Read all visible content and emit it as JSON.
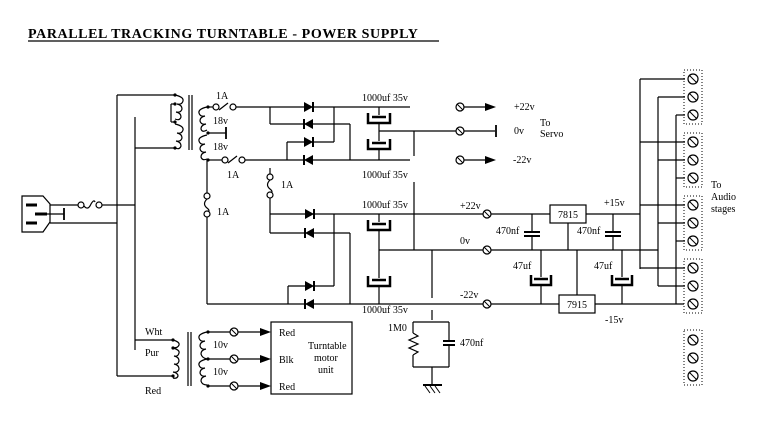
{
  "title": "PARALLEL TRACKING TURNTABLE  -   POWER SUPPLY",
  "fuses": {
    "secondary_top": "1A",
    "secondary_bottom": "1A",
    "aux_left": "1A",
    "aux_right": "1A"
  },
  "transformer_main": {
    "winding_top": "18v",
    "winding_bottom": "18v"
  },
  "servo_supply": {
    "cap_top": "1000uf 35v",
    "cap_bottom": "1000uf 35v",
    "rail_pos": "+22v",
    "rail_zero": "0v",
    "rail_neg": "-22v",
    "destination_line1": "To",
    "destination_line2": "Servo"
  },
  "audio_supply": {
    "cap_top": "1000uf 35v",
    "cap_bottom": "1000uf 35v",
    "rail_pos": "+22v",
    "rail_zero": "0v",
    "rail_neg": "-22v",
    "cap_470_left": "470nf",
    "cap_470_right": "470nf",
    "cap_47_left": "47uf",
    "cap_47_right": "47uf",
    "reg_pos": "7815",
    "reg_neg": "7915",
    "out_pos": "+15v",
    "out_neg": "-15v",
    "destination_line1": "To",
    "destination_line2": "Audio",
    "destination_line3": "stages"
  },
  "ground_network": {
    "resistor": "1M0",
    "capacitor": "470nf"
  },
  "motor_transformer": {
    "wire_top": "Wht",
    "wire_mid": "Pur",
    "wire_bottom": "Red",
    "winding_top": "10v",
    "winding_bottom": "10v"
  },
  "motor_unit": {
    "pin_top": "Red",
    "pin_mid": "Blk",
    "pin_bottom": "Red",
    "name_line1": "Turntable",
    "name_line2": "motor",
    "name_line3": "unit"
  }
}
